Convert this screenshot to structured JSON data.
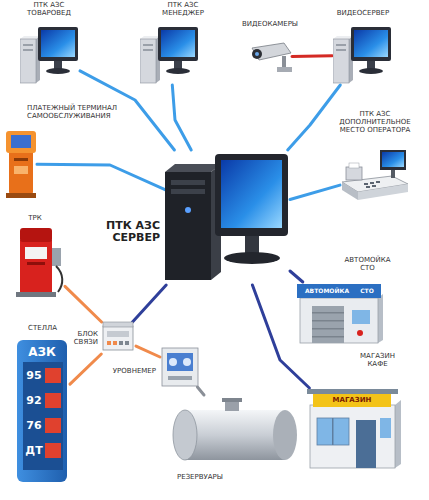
{
  "diagram": {
    "nodes": [
      {
        "text": [
          "ПТК АЗС ТОВАРОВЕД"
        ]
      },
      {
        "text": [
          "ПТК АЗС МЕНЕДЖЕР"
        ]
      },
      {
        "text": [
          "ВИДЕОКАМЕРЫ"
        ]
      },
      {
        "text": [
          "ВИДЕОСЕРВЕР"
        ]
      },
      {
        "text": [
          "ПЛАТЕЖНЫЙ ТЕРМИНАЛ САМООБСЛУЖИВАНИЯ"
        ]
      },
      {
        "text": [
          "ПТК АЗС ДОПОЛНИТЕЛЬНОЕ МЕСТО ОПЕРАТОРА"
        ]
      },
      {
        "text": [
          "ПТК АЗС СЕРВЕР"
        ]
      },
      {
        "text": [
          "ТРК"
        ]
      },
      {
        "text": [
          "АВТОМОЙКА СТО"
        ]
      },
      {
        "text": [
          "БЛОК СВЯЗИ"
        ]
      },
      {
        "text": [
          "СТЕЛЛА"
        ]
      },
      {
        "text": [
          "УРОВНЕМЕР"
        ]
      },
      {
        "text": [
          "МАГАЗИН КАФЕ"
        ]
      },
      {
        "text": [
          "РЕЗЕРВУАРЫ"
        ]
      }
    ],
    "edges": [
      {
        "from": 0,
        "to": 6,
        "arrow": "none"
      },
      {
        "from": 1,
        "to": 6,
        "arrow": "none"
      },
      {
        "from": 2,
        "to": 3,
        "arrow": "none"
      },
      {
        "from": 3,
        "to": 6,
        "arrow": "none"
      },
      {
        "from": 4,
        "to": 6,
        "arrow": "none"
      },
      {
        "from": 5,
        "to": 6,
        "arrow": "none"
      },
      {
        "from": 6,
        "to": 9,
        "arrow": "none"
      },
      {
        "from": 6,
        "to": 8,
        "arrow": "none"
      },
      {
        "from": 6,
        "to": 12,
        "arrow": "none"
      },
      {
        "from": 9,
        "to": 7,
        "arrow": "none"
      },
      {
        "from": 9,
        "to": 10,
        "arrow": "none"
      },
      {
        "from": 9,
        "to": 11,
        "arrow": "none"
      },
      {
        "from": 11,
        "to": 13,
        "arrow": "none"
      }
    ],
    "labels": [
      "АЗК",
      "95",
      "92",
      "76",
      "ДТ",
      "АВТОМОЙКА",
      "СТО",
      "МАГАЗИН"
    ]
  }
}
